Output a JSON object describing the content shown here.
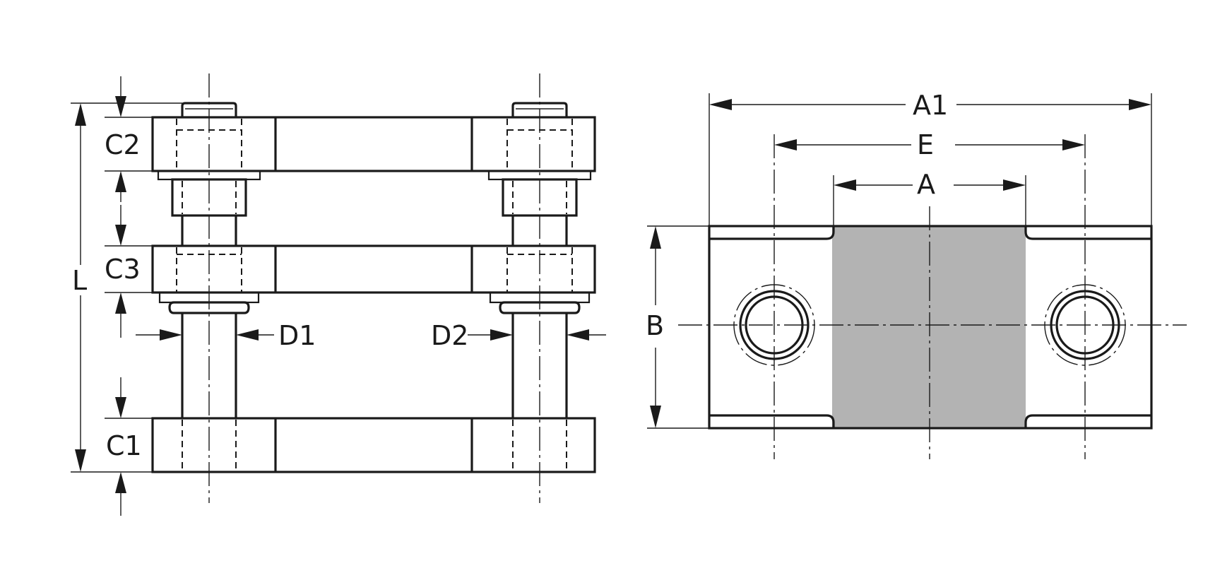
{
  "side_view": {
    "labels": {
      "c2": "C2",
      "c3": "C3",
      "c1": "C1",
      "l": "L",
      "d1": "D1",
      "d2": "D2"
    }
  },
  "top_view": {
    "labels": {
      "a1": "A1",
      "e": "E",
      "a": "A",
      "b": "B"
    },
    "colors": {
      "clamping_area": "#b3b3b3",
      "line": "#1a1a1a"
    }
  }
}
